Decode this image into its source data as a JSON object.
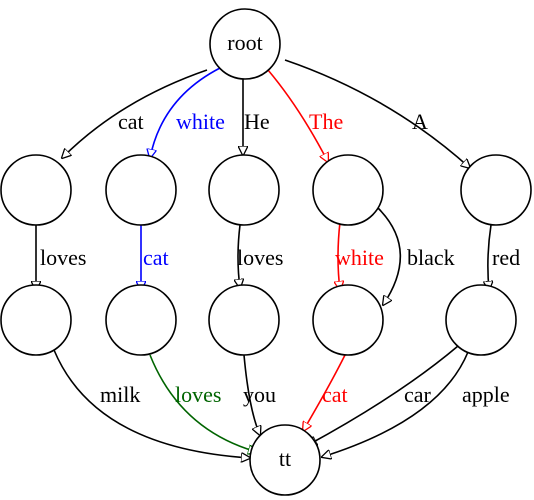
{
  "colors": {
    "black": "#000000",
    "blue": "#0000ff",
    "red": "#ff0000",
    "green": "#006400"
  },
  "nodes": [
    {
      "id": "root",
      "label": "root"
    },
    {
      "id": "n1",
      "label": ""
    },
    {
      "id": "n2",
      "label": ""
    },
    {
      "id": "n3",
      "label": ""
    },
    {
      "id": "n4",
      "label": ""
    },
    {
      "id": "n5",
      "label": ""
    },
    {
      "id": "m1",
      "label": ""
    },
    {
      "id": "m2",
      "label": ""
    },
    {
      "id": "m3",
      "label": ""
    },
    {
      "id": "m4",
      "label": ""
    },
    {
      "id": "m5",
      "label": ""
    },
    {
      "id": "tt",
      "label": "tt"
    }
  ],
  "edges": [
    {
      "from": "root",
      "to": "n1",
      "label": "cat",
      "color": "black"
    },
    {
      "from": "root",
      "to": "n2",
      "label": "white",
      "color": "blue"
    },
    {
      "from": "root",
      "to": "n3",
      "label": "He",
      "color": "black"
    },
    {
      "from": "root",
      "to": "n4",
      "label": "The",
      "color": "red"
    },
    {
      "from": "root",
      "to": "n5",
      "label": "A",
      "color": "black"
    },
    {
      "from": "n1",
      "to": "m1",
      "label": "loves",
      "color": "black"
    },
    {
      "from": "n2",
      "to": "m2",
      "label": "cat",
      "color": "blue"
    },
    {
      "from": "n3",
      "to": "m3",
      "label": "loves",
      "color": "black"
    },
    {
      "from": "n4",
      "to": "m4",
      "label": "white",
      "color": "red"
    },
    {
      "from": "n4",
      "to": "m4",
      "label": "black",
      "color": "black"
    },
    {
      "from": "n5",
      "to": "m5",
      "label": "red",
      "color": "black"
    },
    {
      "from": "m1",
      "to": "tt",
      "label": "milk",
      "color": "black"
    },
    {
      "from": "m2",
      "to": "tt",
      "label": "loves",
      "color": "green"
    },
    {
      "from": "m3",
      "to": "tt",
      "label": "you",
      "color": "black"
    },
    {
      "from": "m4",
      "to": "tt",
      "label": "cat",
      "color": "red"
    },
    {
      "from": "m5",
      "to": "tt",
      "label": "car",
      "color": "black"
    },
    {
      "from": "m5",
      "to": "tt",
      "label": "apple",
      "color": "black"
    }
  ]
}
